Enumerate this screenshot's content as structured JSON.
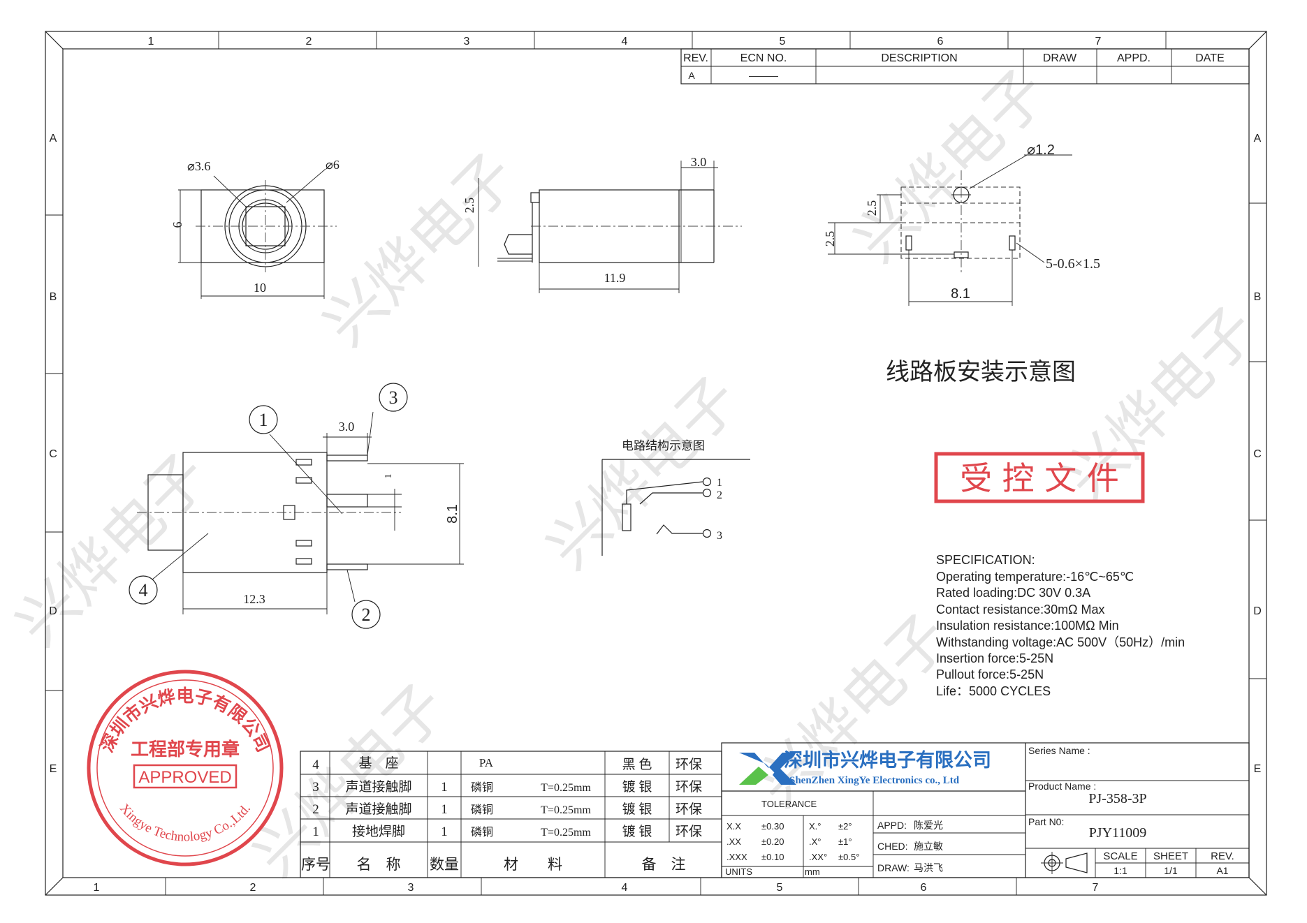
{
  "border": {
    "top_zones": [
      "1",
      "2",
      "3",
      "4",
      "5",
      "6",
      "7"
    ],
    "bottom_zones": [
      "1",
      "2",
      "3",
      "4",
      "5",
      "6",
      "7"
    ],
    "side_zones": [
      "A",
      "B",
      "C",
      "D",
      "E"
    ]
  },
  "revision_table": {
    "headers": [
      "REV.",
      "ECN  NO.",
      "DESCRIPTION",
      "DRAW",
      "APPD.",
      "DATE"
    ],
    "row": [
      "A",
      "———",
      "",
      "",
      "",
      ""
    ]
  },
  "front_view": {
    "dia_inner": "⌀3.6",
    "dia_outer": "⌀6",
    "height": "6",
    "width": "10"
  },
  "side_view": {
    "top": "3.0",
    "height": "2.5",
    "length": "11.9"
  },
  "pcb_view": {
    "hole": "⌀1.2",
    "dim_a": "2.5",
    "dim_b": "2.5",
    "slots": "5-0.6×1.5",
    "width": "8.1",
    "caption": "线路板安装示意图"
  },
  "bottom_view": {
    "callouts": [
      "1",
      "2",
      "3",
      "4"
    ],
    "top": "3.0",
    "pin": "1",
    "height": "8.1",
    "length": "12.3"
  },
  "circuit": {
    "title": "电路结构示意图",
    "pins": [
      "1",
      "2",
      "3"
    ]
  },
  "controlled_stamp": "受 控 文 件",
  "specification": {
    "title": "SPECIFICATION:",
    "lines": [
      "Operating temperature:-16℃~65℃",
      "Rated loading:DC 30V 0.3A",
      "Contact resistance:30mΩ Max",
      "Insulation resistance:100MΩ Min",
      "Withstanding voltage:AC 500V（50Hz）/min",
      "Insertion force:5-25N",
      "Pullout force:5-25N",
      "Life：5000 CYCLES"
    ]
  },
  "seal": {
    "company": "深圳市兴烨电子有限公司",
    "dept": "工程部专用章",
    "approved": "APPROVED",
    "english": "Xingye Technology Co.,Ltd."
  },
  "bom": {
    "headers": [
      "序号",
      "名　称",
      "数量",
      "材　　料",
      "备　注"
    ],
    "rows": [
      {
        "no": "4",
        "name": "基　座",
        "qty": "",
        "mat": "PA",
        "thk": "",
        "remark": "黑 色",
        "env": "环保"
      },
      {
        "no": "3",
        "name": "声道接触脚",
        "qty": "1",
        "mat": "磷铜",
        "thk": "T=0.25mm",
        "remark": "镀 银",
        "env": "环保"
      },
      {
        "no": "2",
        "name": "声道接触脚",
        "qty": "1",
        "mat": "磷铜",
        "thk": "T=0.25mm",
        "remark": "镀 银",
        "env": "环保"
      },
      {
        "no": "1",
        "name": "接地焊脚",
        "qty": "1",
        "mat": "磷铜",
        "thk": "T=0.25mm",
        "remark": "镀 银",
        "env": "环保"
      }
    ]
  },
  "title_block": {
    "company_cn": "深圳市兴烨电子有限公司",
    "company_en": "ShenZhen XingYe Electronics co., Ltd",
    "tolerance": "TOLERANCE",
    "tol_rows": [
      {
        "a": "X.X",
        "b": "±0.30",
        "c": "X.°",
        "d": "±2°"
      },
      {
        "a": ".XX",
        "b": "±0.20",
        "c": ".X°",
        "d": "±1°"
      },
      {
        "a": ".XXX",
        "b": "±0.10",
        "c": ".XX°",
        "d": "±0.5°"
      }
    ],
    "units_label": "UNITS",
    "units": "mm",
    "appd_label": "APPD:",
    "appd": "陈爱光",
    "ched_label": "CHED:",
    "ched": "施立敏",
    "draw_label": "DRAW:",
    "draw": "马洪飞",
    "series_label": "Series Name :",
    "series": "",
    "product_label": "Product Name :",
    "product": "PJ-358-3P",
    "part_label": "Part N0:",
    "part": "PJY11009",
    "scale_label": "SCALE",
    "scale": "1:1",
    "sheet_label": "SHEET",
    "sheet": "1/1",
    "rev_label": "REV.",
    "rev": "A1"
  },
  "watermark": "兴烨电子",
  "colors": {
    "stamp_red": "#e0464c",
    "logo_blue": "#2a6fc0",
    "logo_green": "#5ac24a",
    "ink": "#222222"
  }
}
